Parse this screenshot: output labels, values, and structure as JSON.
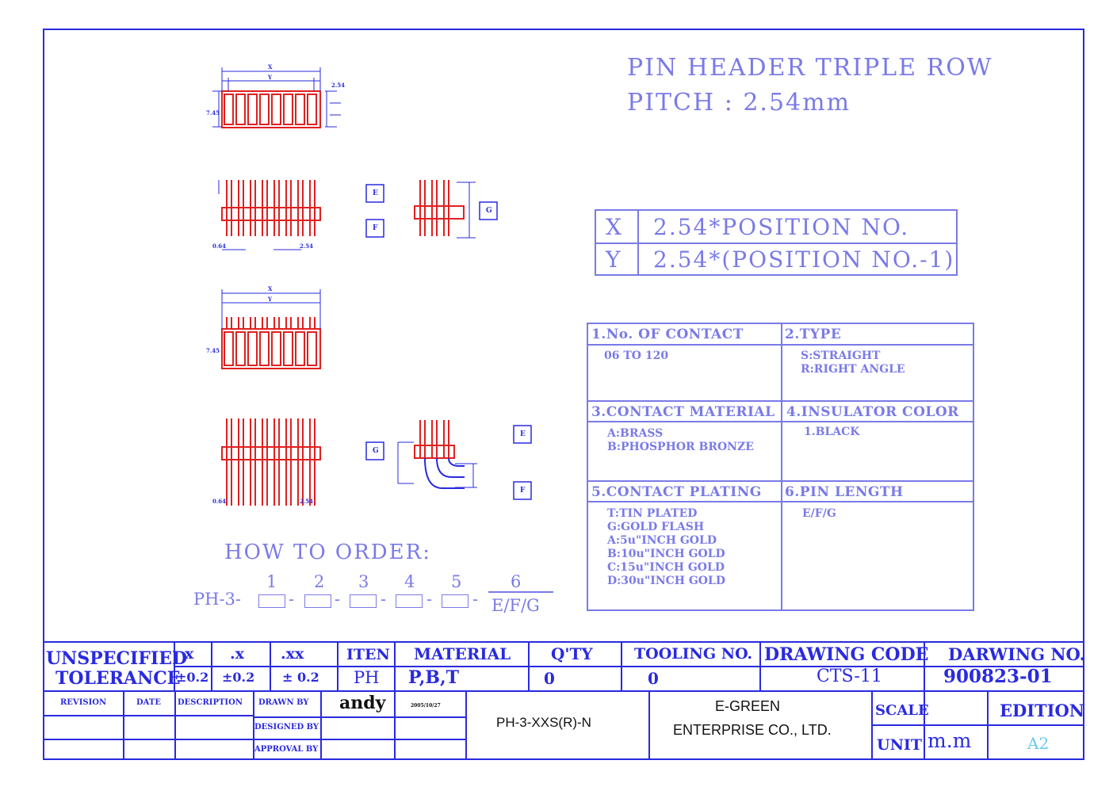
{
  "title": {
    "line1": "PIN HEADER TRIPLE ROW",
    "line2": "PITCH : 2.54mm"
  },
  "dimension_table": [
    {
      "key": "X",
      "value": "2.54*POSITION NO."
    },
    {
      "key": "Y",
      "value": "2.54*(POSITION NO.-1)"
    }
  ],
  "options": {
    "c1": {
      "head": "1.No. OF CONTACT",
      "body": "06 TO 120"
    },
    "c2": {
      "head": "2.TYPE",
      "body": "S:STRAIGHT\nR:RIGHT ANGLE"
    },
    "c3": {
      "head": "3.CONTACT MATERIAL",
      "body": "A:BRASS\nB:PHOSPHOR BRONZE"
    },
    "c4": {
      "head": "4.INSULATOR COLOR",
      "body": "1.BLACK"
    },
    "c5": {
      "head": "5.CONTACT PLATING",
      "body": "T:TIN PLATED\nG:GOLD FLASH\nA:5u\"INCH GOLD\nB:10u\"INCH GOLD\nC:15u\"INCH GOLD\nD:30u\"INCH GOLD"
    },
    "c6": {
      "head": "6.PIN LENGTH",
      "body": "E/F/G"
    }
  },
  "how_to_order": {
    "heading": "HOW TO ORDER:",
    "prefix": "PH-3-",
    "nums": [
      "1",
      "2",
      "3",
      "4",
      "5",
      "6"
    ],
    "dash": "-",
    "last": "E/F/G"
  },
  "drawing_labels": {
    "x": "X",
    "y": "Y",
    "d254": "2.54",
    "d745": "7.45",
    "d064": "0.64",
    "e": "E",
    "f": "F",
    "g": "G"
  },
  "title_block": {
    "unspecified": "UNSPECIFIED",
    "tolerance": "TOLERANCE",
    "tol_x": "x",
    "tol_x1": ".x",
    "tol_xx": ".xx",
    "tol_v1": "±0.2",
    "tol_v2": "±0.2",
    "tol_v3": "± 0.2",
    "iten_h": "ITEN",
    "iten_v": "PH",
    "material_h": "MATERIAL",
    "material_v": "P,B,T",
    "qty_h": "Q'TY",
    "qty_v": "0",
    "tooling_h": "TOOLING NO.",
    "tooling_v": "0",
    "drawing_code_h": "DRAWING CODE",
    "drawing_code_v": "CTS-11",
    "darwing_no_h": "DARWING NO.",
    "darwing_no_v": "900823-01",
    "revision": "REVISION",
    "date": "DATE",
    "description": "DESCRIPTION",
    "drawn_by": "DRAWN BY",
    "drawn_by_v": "andy",
    "drawn_date": "2005/10/27",
    "designed_by": "DESIGNED BY",
    "approval_by": "APPROVAL BY",
    "part_no": "PH-3-XXS(R)-N",
    "company1": "E-GREEN",
    "company2": "ENTERPRISE CO., LTD.",
    "scale": "SCALE",
    "unit": "UNIT",
    "unit_v": "m.m",
    "edition": "EDITION",
    "edition_v": "A2"
  },
  "colors": {
    "frame": "#2a2ae0",
    "text_light": "#7a7ae8",
    "part": "#e02020",
    "edition_v": "#6ac8f0"
  }
}
